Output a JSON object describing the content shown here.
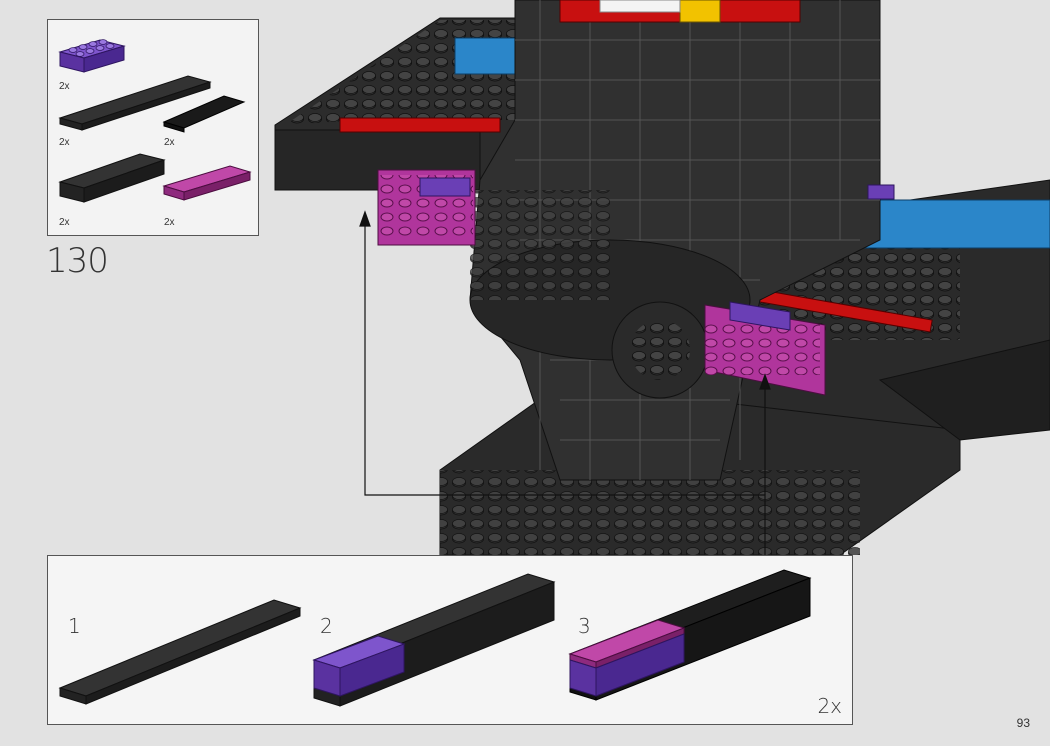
{
  "step": {
    "number": "130"
  },
  "parts": [
    {
      "name": "purple 2x4 brick",
      "qty": "2x",
      "color": "#6a3fb5"
    },
    {
      "name": "dark grey 2x12 plate",
      "qty": "2x",
      "color": "#2e2e2e"
    },
    {
      "name": "black tile",
      "qty": "2x",
      "color": "#1e1e1e"
    },
    {
      "name": "dark grey 2x6 brick",
      "qty": "2x",
      "color": "#2e2e2e"
    },
    {
      "name": "magenta 2x4 plate",
      "qty": "2x",
      "color": "#b0359c"
    }
  ],
  "subassembly": {
    "steps": [
      "1",
      "2",
      "3"
    ],
    "multiplier": "2x"
  },
  "page": {
    "number": "93"
  },
  "colors": {
    "background": "#e2e2e2",
    "dark_grey": "#2e2e2e",
    "purple": "#6a3fb5",
    "magenta": "#b0359c",
    "red": "#c81010",
    "blue": "#2b86c9",
    "tan": "#d8c39a"
  }
}
